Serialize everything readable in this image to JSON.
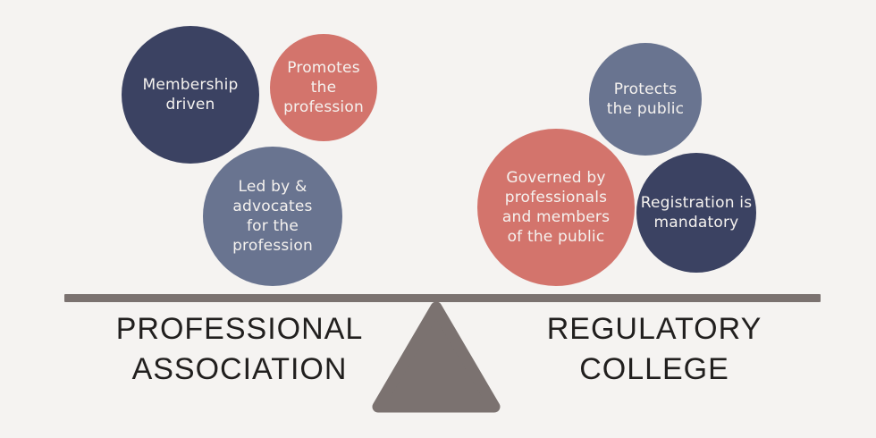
{
  "background": "#f5f3f1",
  "colors": {
    "navy": "#3b4262",
    "salmon": "#d3746c",
    "blue_gray": "#697490",
    "taupe": "#7b7270",
    "heading_text": "#211f1e",
    "bubble_text": "#f5f2ef"
  },
  "bubbles": [
    {
      "id": "membership-driven",
      "text": "Membership\ndriven",
      "color": "#3b4262"
    },
    {
      "id": "promotes-profession",
      "text": "Promotes\nthe\nprofession",
      "color": "#d3746c"
    },
    {
      "id": "led-by-advocates",
      "text": "Led by &\nadvocates\nfor the\nprofession",
      "color": "#697490"
    },
    {
      "id": "protects-public",
      "text": "Protects\nthe public",
      "color": "#697490"
    },
    {
      "id": "governed-by-public",
      "text": "Governed by\nprofessionals\nand members\nof the public",
      "color": "#d3746c"
    },
    {
      "id": "registration-mandatory",
      "text": "Registration is\nmandatory",
      "color": "#3b4262"
    }
  ],
  "scale": {
    "left_label": "PROFESSIONAL\nASSOCIATION",
    "right_label": "REGULATORY\nCOLLEGE",
    "beam_color": "#7b7270",
    "fulcrum_color": "#7b7270"
  }
}
